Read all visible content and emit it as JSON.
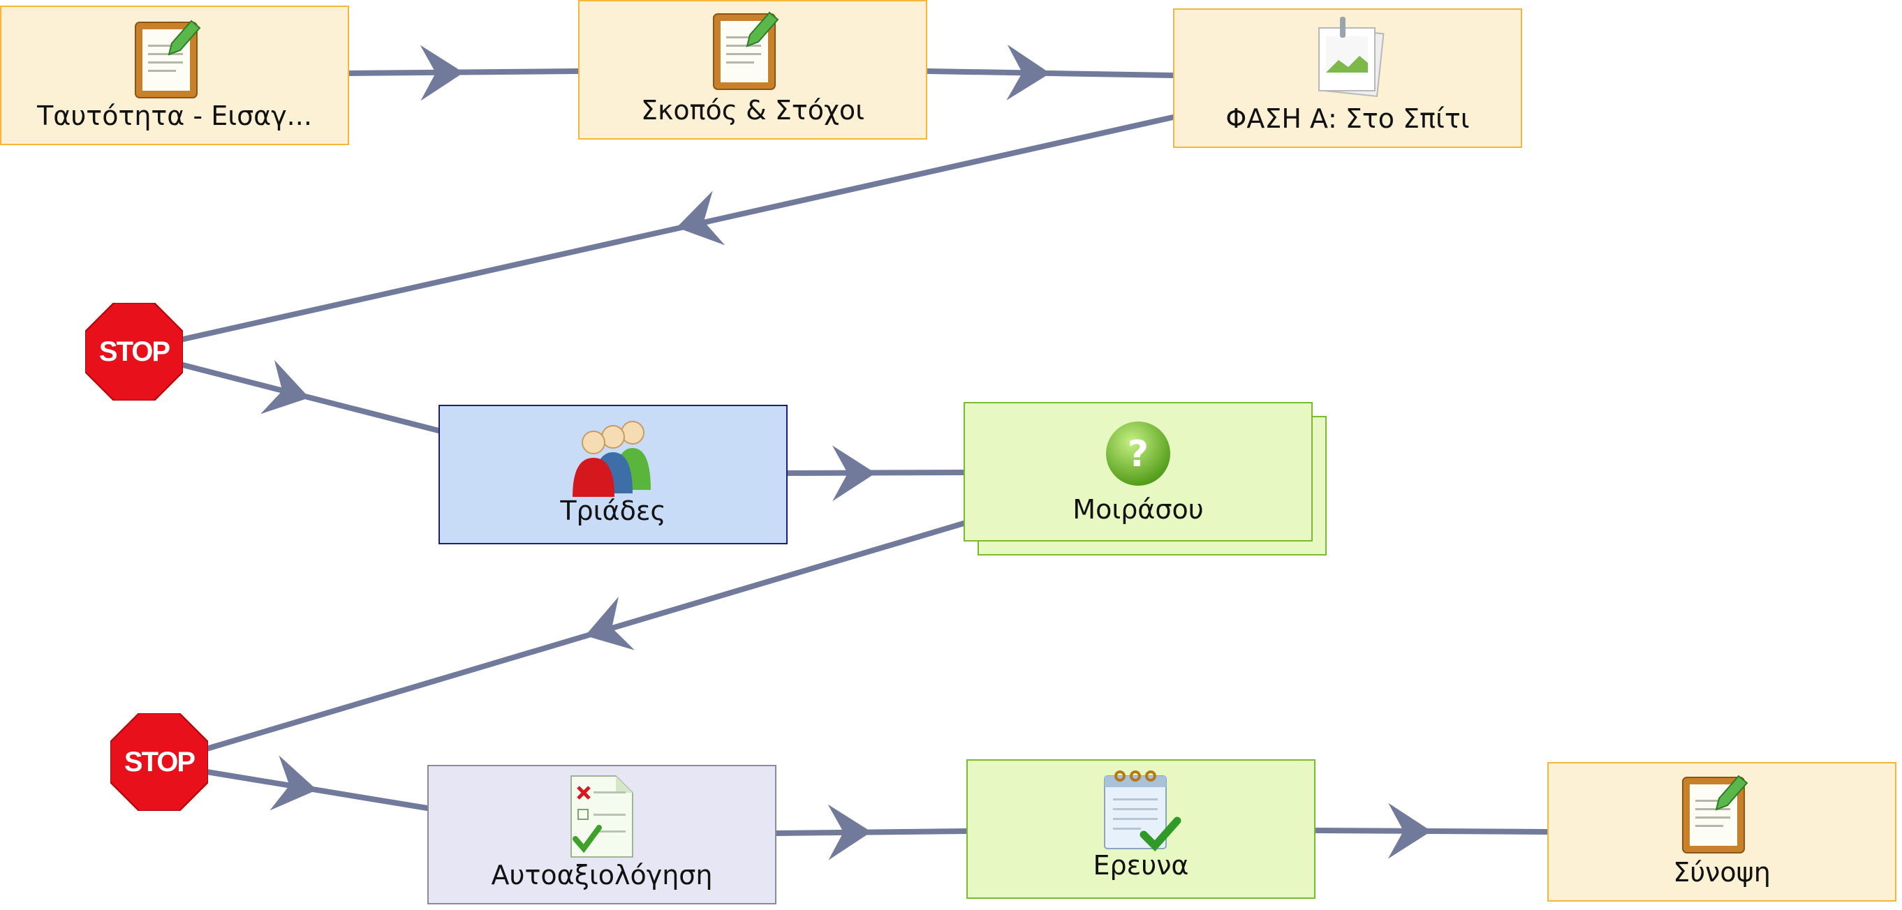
{
  "activities": {
    "identity": {
      "label": "Ταυτότητα - Εισαγ...",
      "icon": "clipboard-note-icon"
    },
    "aims": {
      "label": "Σκοπός & Στόχοι",
      "icon": "clipboard-note-icon"
    },
    "phase_a": {
      "label": "ΦΑΣΗ Α: Στο Σπίτι",
      "icon": "pinned-image-icon"
    },
    "triads": {
      "label": "Τριάδες",
      "icon": "group-people-icon"
    },
    "share": {
      "label": "Μοιράσου",
      "icon": "question-mark-icon"
    },
    "self_assessment": {
      "label": "Αυτοαξιολόγηση",
      "icon": "checklist-icon"
    },
    "research": {
      "label": "Ερευνα",
      "icon": "notepad-check-icon"
    },
    "summary": {
      "label": "Σύνοψη",
      "icon": "clipboard-note-icon"
    }
  },
  "stop_gates": [
    {
      "label": "STOP"
    },
    {
      "label": "STOP"
    }
  ],
  "colors": {
    "connector": "#727a9c",
    "tool_fill": "#fcf1d4",
    "tool_border": "#f4b73c",
    "discussion_fill": "#e8f8c2",
    "discussion_border": "#79bb2e",
    "grouping_fill": "#c8dcf8",
    "grouping_border": "#1b1f7a",
    "assessment_fill": "#e7e6f5",
    "assessment_border": "#8a8a9c",
    "stop_red": "#e8101a"
  }
}
